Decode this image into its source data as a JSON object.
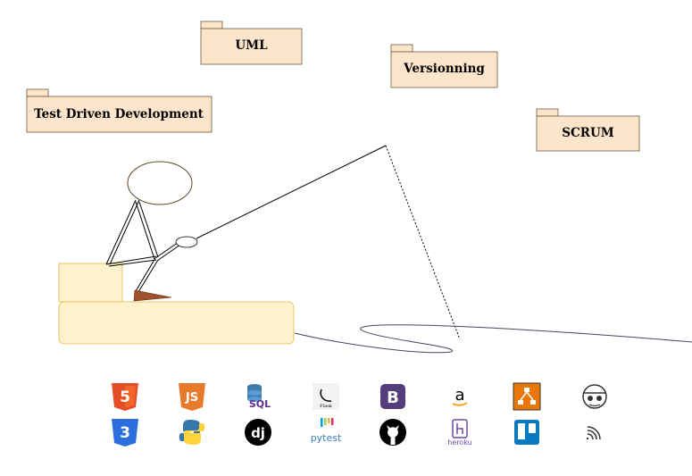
{
  "packages": [
    {
      "label": "UML"
    },
    {
      "label": "Versionning"
    },
    {
      "label": "Test Driven Development"
    },
    {
      "label": "SCRUM"
    }
  ],
  "icons": [
    {
      "name": "html5-icon",
      "text": "5",
      "color": "#e44d26"
    },
    {
      "name": "javascript-icon",
      "text": "JS",
      "color": "#e87a2c"
    },
    {
      "name": "sql-database-icon",
      "text": "SQL",
      "color": "#5b2d8e"
    },
    {
      "name": "flask-icon",
      "text": "Flask",
      "color": "#000000"
    },
    {
      "name": "bootstrap-icon",
      "text": "B",
      "color": "#563d7c"
    },
    {
      "name": "amazon-icon",
      "text": "a",
      "color": "#000000"
    },
    {
      "name": "uml-tool-icon",
      "text": "",
      "color": "#e8770c"
    },
    {
      "name": "mascot-icon",
      "text": "",
      "color": "#333333"
    },
    {
      "name": "css3-icon",
      "text": "3",
      "color": "#2a6fdb"
    },
    {
      "name": "python-icon",
      "text": "",
      "color": "#3776ab"
    },
    {
      "name": "django-icon",
      "text": "dj",
      "color": "#000000"
    },
    {
      "name": "pytest-icon",
      "text": "pytest",
      "color": "#3a7fc1"
    },
    {
      "name": "github-icon",
      "text": "",
      "color": "#000000"
    },
    {
      "name": "heroku-icon",
      "text": "heroku",
      "color": "#6c4aa5"
    },
    {
      "name": "trello-icon",
      "text": "",
      "color": "#0a79bf"
    },
    {
      "name": "rss-icon",
      "text": "",
      "color": "#333333"
    }
  ]
}
